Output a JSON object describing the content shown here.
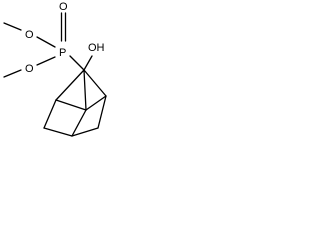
{
  "atoms": {
    "phosphorus": "P",
    "hydroxyl": "OH",
    "methoxy_oxygen_upper": "O",
    "methoxy_oxygen_lower": "O"
  }
}
